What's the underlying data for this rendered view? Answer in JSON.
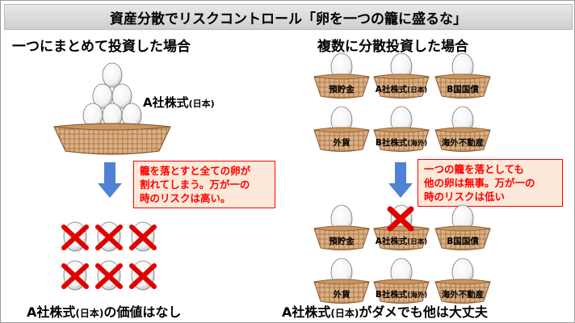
{
  "title": "資産分散でリスクコントロール「卵を一つの籠に盛るな」",
  "left": {
    "heading": "一つにまとめて投資した場合",
    "stock_label": "A社株式",
    "stock_label_sub": "(日本)",
    "callout": [
      "籠を落とすと全ての卵が",
      "割れてしまう。万が一の",
      "時のリスクは高い。"
    ],
    "conclusion": "A社株式",
    "conclusion_sub": "(日本)",
    "conclusion_tail": "の価値はなし"
  },
  "right": {
    "heading": "複数に分散投資した場合",
    "baskets_top": [
      {
        "label": "預貯金",
        "sub": ""
      },
      {
        "label": "A社株式",
        "sub": "(日本)"
      },
      {
        "label": "B国国債",
        "sub": ""
      },
      {
        "label": "外貨",
        "sub": ""
      },
      {
        "label": "B社株式",
        "sub": "(海外)"
      },
      {
        "label": "海外不動産",
        "sub": ""
      }
    ],
    "callout": [
      "一つの籠を落としても",
      "他の卵は無事。万が一の",
      "時のリスクは低い"
    ],
    "baskets_bottom": [
      {
        "label": "預貯金",
        "sub": ""
      },
      {
        "label": "A社株式",
        "sub": "(日本)"
      },
      {
        "label": "B国国債",
        "sub": ""
      },
      {
        "label": "外貨",
        "sub": ""
      },
      {
        "label": "B社株式",
        "sub": "(海外)"
      },
      {
        "label": "海外不動産",
        "sub": ""
      }
    ],
    "conclusion": "A社株式",
    "conclusion_sub": "(日本)",
    "conclusion_tail": "がダメでも他は大丈夫"
  },
  "colors": {
    "basket": "#d8a878",
    "basket_weave": "#a06a3c",
    "arrow": "#4f81d6",
    "cross": "#e00000",
    "callout_text": "#ff0000",
    "callout_bg": "#fde9d9"
  }
}
